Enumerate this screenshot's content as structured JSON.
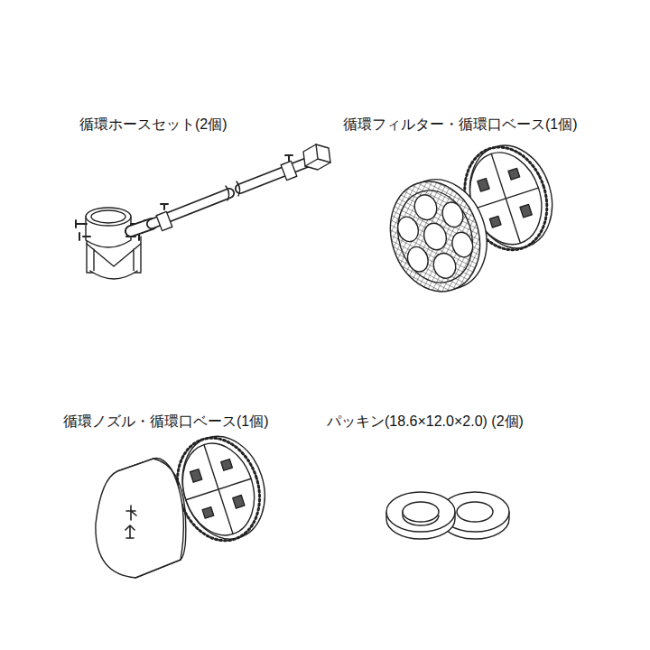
{
  "diagram": {
    "labels": [
      "循環ホースセット(2個)",
      "循環フィルター・循環口ベース(1個)",
      "循環ノズル・循環口ベース(1個)",
      "パッキン(18.6×12.0×2.0) (2個)"
    ]
  }
}
